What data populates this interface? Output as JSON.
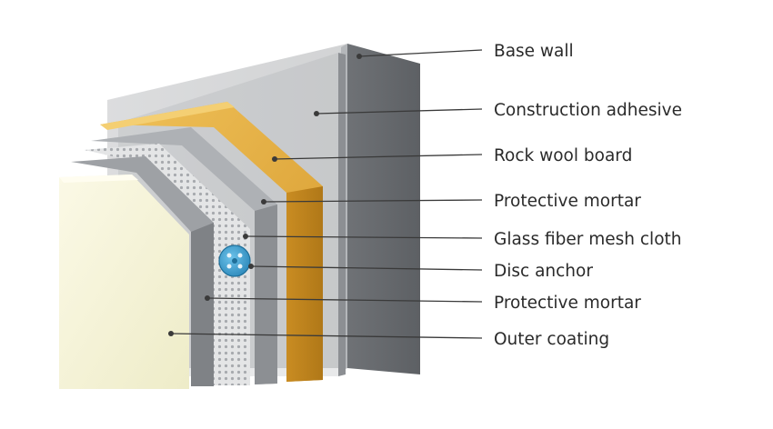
{
  "diagram": {
    "layers": [
      {
        "label": "Base wall",
        "color": "#8f9296"
      },
      {
        "label": "Construction adhesive",
        "color": "#a4a7ab"
      },
      {
        "label": "Rock wool board",
        "color": "#e0a93f"
      },
      {
        "label": "Protective mortar",
        "color": "#a9acb0"
      },
      {
        "label": "Glass fiber mesh cloth",
        "color": "#d9dadb"
      },
      {
        "label": "Disc anchor",
        "color": "#3d9fd0"
      },
      {
        "label": "Protective mortar",
        "color": "#9ea1a5"
      },
      {
        "label": "Outer coating",
        "color": "#f3f2d6"
      }
    ]
  }
}
